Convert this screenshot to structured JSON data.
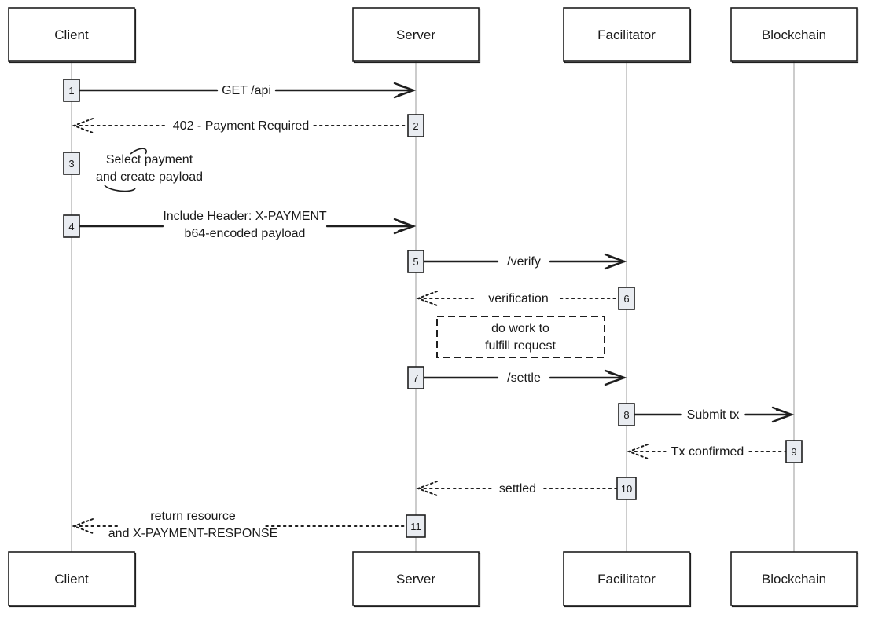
{
  "participants": [
    {
      "id": "client",
      "label": "Client"
    },
    {
      "id": "server",
      "label": "Server"
    },
    {
      "id": "facilitator",
      "label": "Facilitator"
    },
    {
      "id": "blockchain",
      "label": "Blockchain"
    }
  ],
  "steps": [
    {
      "n": "1",
      "from": "client",
      "to": "server",
      "style": "solid",
      "lines": [
        "GET /api"
      ]
    },
    {
      "n": "2",
      "from": "server",
      "to": "client",
      "style": "dotted",
      "lines": [
        "402 - Payment Required"
      ]
    },
    {
      "n": "3",
      "from": "client",
      "to": "client",
      "style": "self",
      "lines": [
        "Select payment",
        "and create payload"
      ]
    },
    {
      "n": "4",
      "from": "client",
      "to": "server",
      "style": "solid",
      "lines": [
        "Include Header: X-PAYMENT",
        "b64-encoded payload"
      ]
    },
    {
      "n": "5",
      "from": "server",
      "to": "facilitator",
      "style": "solid",
      "lines": [
        "/verify"
      ]
    },
    {
      "n": "6",
      "from": "facilitator",
      "to": "server",
      "style": "dotted",
      "lines": [
        "verification"
      ]
    },
    {
      "n": "7",
      "from": "server",
      "to": "facilitator",
      "style": "solid",
      "lines": [
        "/settle"
      ]
    },
    {
      "n": "8",
      "from": "facilitator",
      "to": "blockchain",
      "style": "solid",
      "lines": [
        "Submit tx"
      ]
    },
    {
      "n": "9",
      "from": "blockchain",
      "to": "facilitator",
      "style": "dotted",
      "lines": [
        "Tx confirmed"
      ]
    },
    {
      "n": "10",
      "from": "facilitator",
      "to": "server",
      "style": "dotted",
      "lines": [
        "settled"
      ]
    },
    {
      "n": "11",
      "from": "server",
      "to": "client",
      "style": "dotted",
      "lines": [
        "return resource",
        "and X-PAYMENT-RESPONSE"
      ]
    }
  ],
  "note": {
    "lines": [
      "do work to",
      "fulfill request"
    ]
  }
}
